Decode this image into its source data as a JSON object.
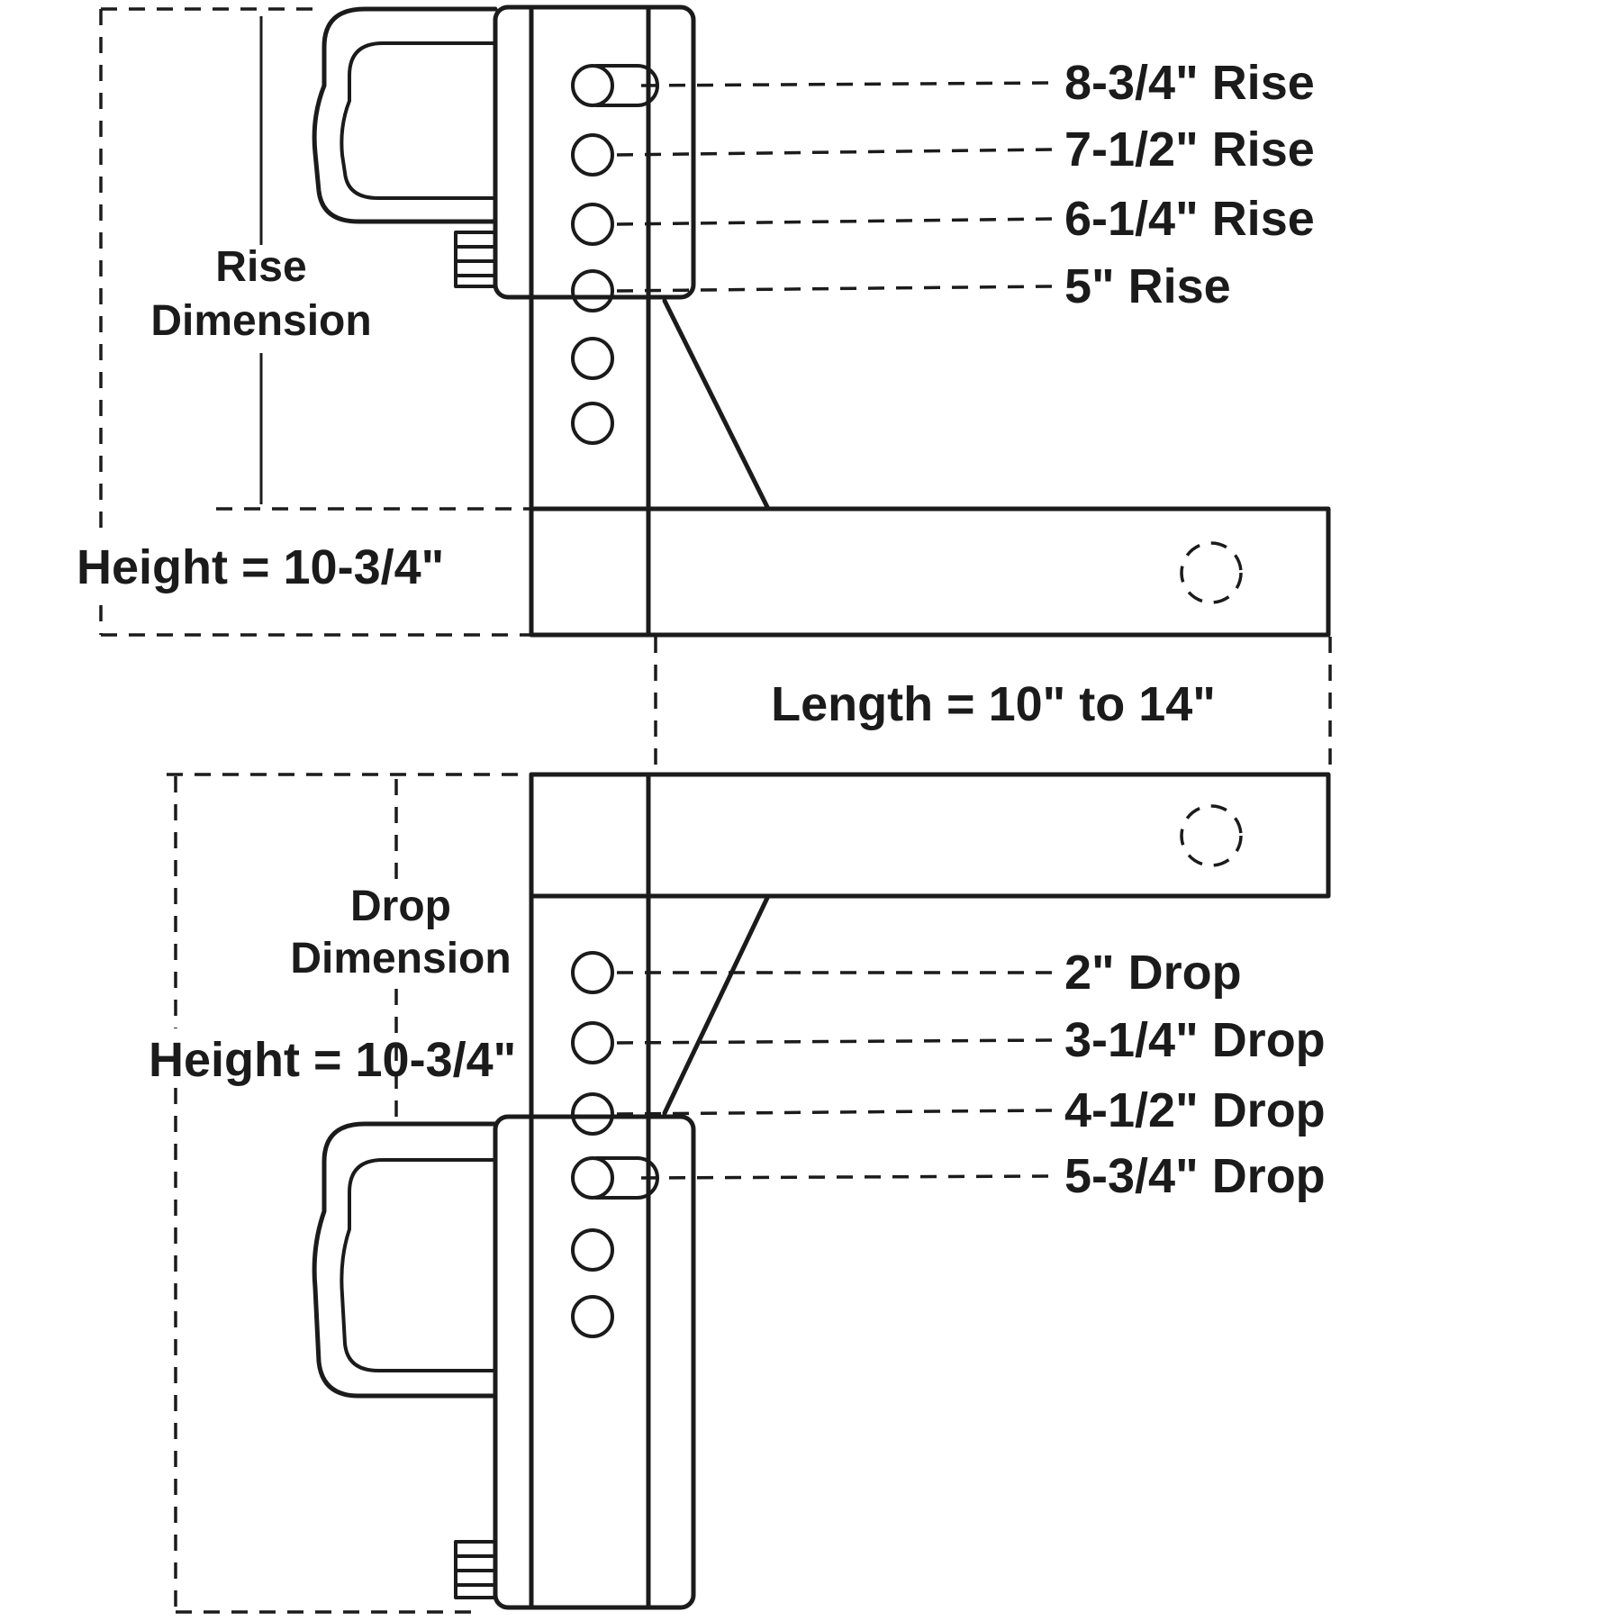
{
  "colors": {
    "ink": "#1b1b1b",
    "background": "#ffffff"
  },
  "rise_section": {
    "dimension_label_line1": "Rise",
    "dimension_label_line2": "Dimension",
    "height_label": "Height = 10-3/4\"",
    "hole_labels": [
      "8-3/4\" Rise",
      "7-1/2\" Rise",
      "6-1/4\" Rise",
      "5\" Rise"
    ]
  },
  "length_label": "Length = 10\" to 14\"",
  "drop_section": {
    "dimension_label_line1": "Drop",
    "dimension_label_line2": "Dimension",
    "height_label": "Height = 10-3/4\"",
    "hole_labels": [
      "2\" Drop",
      "3-1/4\" Drop",
      "4-1/2\" Drop",
      "5-3/4\" Drop"
    ]
  }
}
